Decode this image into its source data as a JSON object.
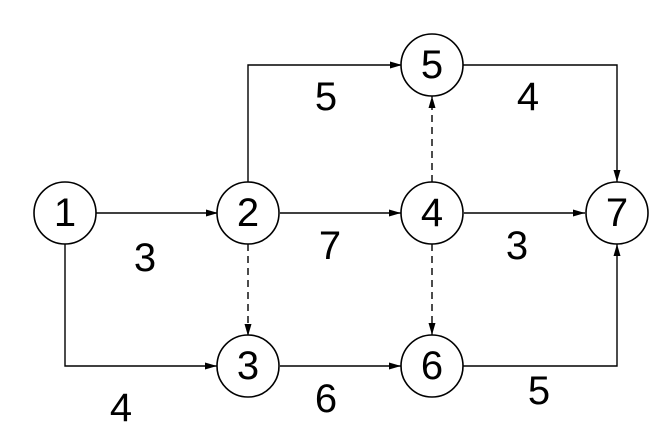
{
  "diagram": {
    "type": "network-diagram",
    "nodes": [
      {
        "id": "1",
        "label": "1"
      },
      {
        "id": "2",
        "label": "2"
      },
      {
        "id": "3",
        "label": "3"
      },
      {
        "id": "4",
        "label": "4"
      },
      {
        "id": "5",
        "label": "5"
      },
      {
        "id": "6",
        "label": "6"
      },
      {
        "id": "7",
        "label": "7"
      }
    ],
    "edges": [
      {
        "id": "e1-2",
        "from": "1",
        "to": "2",
        "weight": "3",
        "style": "solid"
      },
      {
        "id": "e1-3",
        "from": "1",
        "to": "3",
        "weight": "4",
        "style": "solid"
      },
      {
        "id": "e2-5",
        "from": "2",
        "to": "5",
        "weight": "5",
        "style": "solid"
      },
      {
        "id": "e2-4",
        "from": "2",
        "to": "4",
        "weight": "7",
        "style": "solid"
      },
      {
        "id": "e2-3",
        "from": "2",
        "to": "3",
        "weight": "",
        "style": "dashed"
      },
      {
        "id": "e3-6",
        "from": "3",
        "to": "6",
        "weight": "6",
        "style": "solid"
      },
      {
        "id": "e4-5",
        "from": "4",
        "to": "5",
        "weight": "",
        "style": "dashed"
      },
      {
        "id": "e4-6",
        "from": "4",
        "to": "6",
        "weight": "",
        "style": "dashed"
      },
      {
        "id": "e4-7",
        "from": "4",
        "to": "7",
        "weight": "3",
        "style": "solid"
      },
      {
        "id": "e5-7",
        "from": "5",
        "to": "7",
        "weight": "4",
        "style": "solid"
      },
      {
        "id": "e6-7",
        "from": "6",
        "to": "7",
        "weight": "5",
        "style": "solid"
      }
    ]
  }
}
